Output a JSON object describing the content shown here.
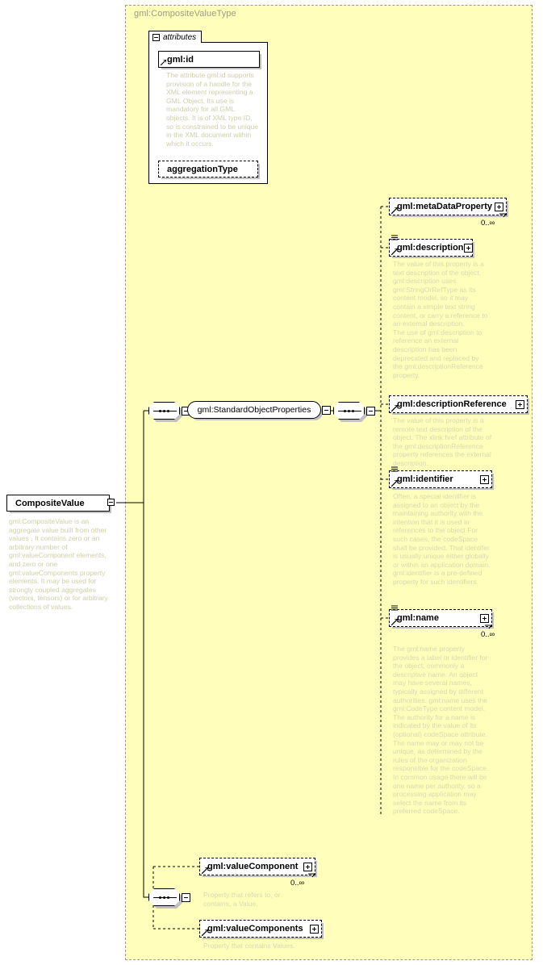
{
  "diagram": {
    "type": "xml-schema-element-diagram",
    "type_title": "gml:CompositeValueType",
    "colors": {
      "type_background": "#ffffbb",
      "type_border": "#999999",
      "box_background": "#ffffff",
      "box_border": "#000000",
      "annotation_text": "#d8d8ae",
      "title_text": "#9a9a82",
      "shadow": "#c0c0c0"
    }
  },
  "root_element": {
    "name": "CompositeValue",
    "toggle": "minus",
    "annotation": "gml:CompositeValue is an aggregate value built from other values . It contains zero or an arbitrary number of gml:valueComponent elements, and zero or one gml:valueComponents property elements.  It may be used for strongly coupled aggregates (vectors, tensors) or for arbitrary collections of values."
  },
  "attributes_panel": {
    "tab_label": "attributes",
    "tab_toggle": "minus",
    "items": [
      {
        "name": "gml:id",
        "required": true,
        "annotation": "The attribute gml:id supports provision of a handle for the XML element representing a GML Object. Its use is mandatory for all GML objects. It is of XML type ID, so is constrained to be unique in the XML document within which it occurs."
      },
      {
        "name": "aggregationType",
        "required": false,
        "annotation": ""
      }
    ]
  },
  "particles": {
    "outer_sequence": {
      "kind": "sequence",
      "toggle": "minus"
    },
    "group_ref": {
      "name": "gml:StandardObjectProperties",
      "toggle": "minus"
    },
    "inner_sequence": {
      "kind": "sequence",
      "toggle": "minus"
    },
    "bottom_sequence": {
      "kind": "sequence",
      "toggle": "minus"
    }
  },
  "group_elements": [
    {
      "name": "gml:metaDataProperty",
      "toggle": "plus",
      "cardinality": "0..∞",
      "annotation": ""
    },
    {
      "name": "gml:description",
      "toggle": "plus",
      "cardinality": "",
      "annotation": "The value of this property is a text description of the object. gml:description uses gml:StringOrRefType as its content model, so it may contain a simple text string content, or carry a reference to an external description.\nThe use of gml:description to reference an external description has been deprecated and replaced by the gml:descriptionReference property."
    },
    {
      "name": "gml:descriptionReference",
      "toggle": "plus",
      "cardinality": "",
      "annotation": "The value of this property is a remote text description of the object. The xlink:href attribute of the gml:descriptionReference property references the external description."
    },
    {
      "name": "gml:identifier",
      "toggle": "plus",
      "cardinality": "",
      "annotation": "Often, a special identifier is assigned to an object by the maintaining authority with the intention that it is used in references to the object For such cases, the codeSpace shall be provided. That identifer is usually unique either globally or within an application domain. gml:identifier is a pre-defined property for such identifiers."
    },
    {
      "name": "gml:name",
      "toggle": "plus",
      "cardinality": "0..∞",
      "annotation": "The gml:name property provides a label or identifier for the object, commonly a descriptive name. An object may have several names, typically assigned by different authorities. gml:name uses the gml:CodeType content model.  The authority for a name is indicated by the value of its (optional) codeSpace attribute.  The name may or may not be unique, as determined by the rules of the organization responsible for the codeSpace.  In common usage there will be one name per authority, so a processing application may select the name from its preferred codeSpace."
    }
  ],
  "value_elements": [
    {
      "name": "gml:valueComponent",
      "toggle": "plus",
      "cardinality": "0..∞",
      "annotation": "Property that refers to, or contains, a Value."
    },
    {
      "name": "gml:valueComponents",
      "toggle": "plus",
      "cardinality": "",
      "annotation": "Property that contains Values."
    }
  ]
}
